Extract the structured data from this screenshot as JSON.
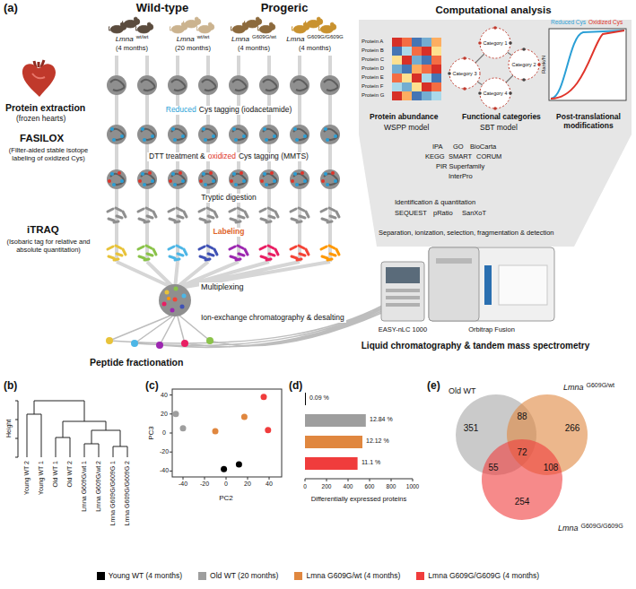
{
  "diagram": {
    "labels": [
      "(a)",
      "Wild-type",
      "Progeric",
      "Lmna",
      "wt/wt",
      "(4 months)",
      "Lmna",
      "wt/wt",
      "(20 months)",
      "Lmna",
      "G609G/wt",
      "(4 months)",
      "Lmna",
      "G609G/G609G",
      "(4 months)",
      "Protein extraction",
      "(frozen hearts)",
      "Reduced",
      "Cys tagging (iodacetamide)",
      "FASILOX",
      "(Filter-aided stable isotope labeling of oxidized Cys)",
      "DTT treatment &",
      "oxidized",
      "Cys tagging (MMTS)",
      "Tryptic digestion",
      "iTRAQ",
      "(Isobaric tag for relative and absolute quantitation)",
      "Labeling",
      "Multiplexing",
      "Ion-exchange chromatography & desalting",
      "Peptide fractionation",
      "EASY-nLC 1000",
      "Orbitrap Fusion",
      "Liquid chromatography & tandem mass spectrometry",
      "Separation, ionization, selection, fragmentation & detection",
      "Identification & quantitation",
      "SEQUEST",
      "pRatio",
      "SanXoT",
      "IPA",
      "GO",
      "BioCarta",
      "KEGG",
      "SMART",
      "CORUM",
      "PIR Superfamily",
      "InterPro",
      "Functional categories",
      "SBT model",
      "Protein abundance",
      "WSPP model",
      "Post-translational modifications",
      "Computational analysis",
      "Protein A",
      "Protein B",
      "Protein C",
      "Protein D",
      "Protein E",
      "Protein F",
      "Protein G",
      "Category 1",
      "Category 2",
      "Category 3",
      "Category 4",
      "Reduced Cys",
      "Oxidized Cys",
      "Rank/N",
      "(b)",
      "Height",
      "Young WT 2",
      "Young WT 1",
      "Old WT 1",
      "Old WT 2",
      "Lmna G609G/wt 1",
      "Lmna G609G/wt 2",
      "Lmna G609G/G609G 1",
      "Lmna G609G/G609G 2",
      "(c)",
      "PC3",
      "PC2",
      "40",
      "20",
      "0",
      "-20",
      "-40",
      "-40",
      "-20",
      "0",
      "20",
      "40",
      "(d)",
      "0.09 %",
      "12.84 %",
      "12.12 %",
      "11.1 %",
      "0",
      "200",
      "400",
      "600",
      "800",
      "1000",
      "Differentially expressed proteins",
      "(e)",
      "Old WT",
      "Lmna",
      "G609G/wt",
      "Lmna",
      "G609G/G609G",
      "351",
      "88",
      "266",
      "72",
      "55",
      "108",
      "254"
    ],
    "legend": [
      {
        "text": "Young WT (4 months)",
        "color": "#000000"
      },
      {
        "text": "Old WT (20 months)",
        "color": "#9e9e9e"
      },
      {
        "text": "Lmna G609G/wt (4 months)",
        "color": "#e0873f"
      },
      {
        "text": "Lmna G609G/G609G (4 months)",
        "color": "#f03c3c"
      }
    ]
  }
}
